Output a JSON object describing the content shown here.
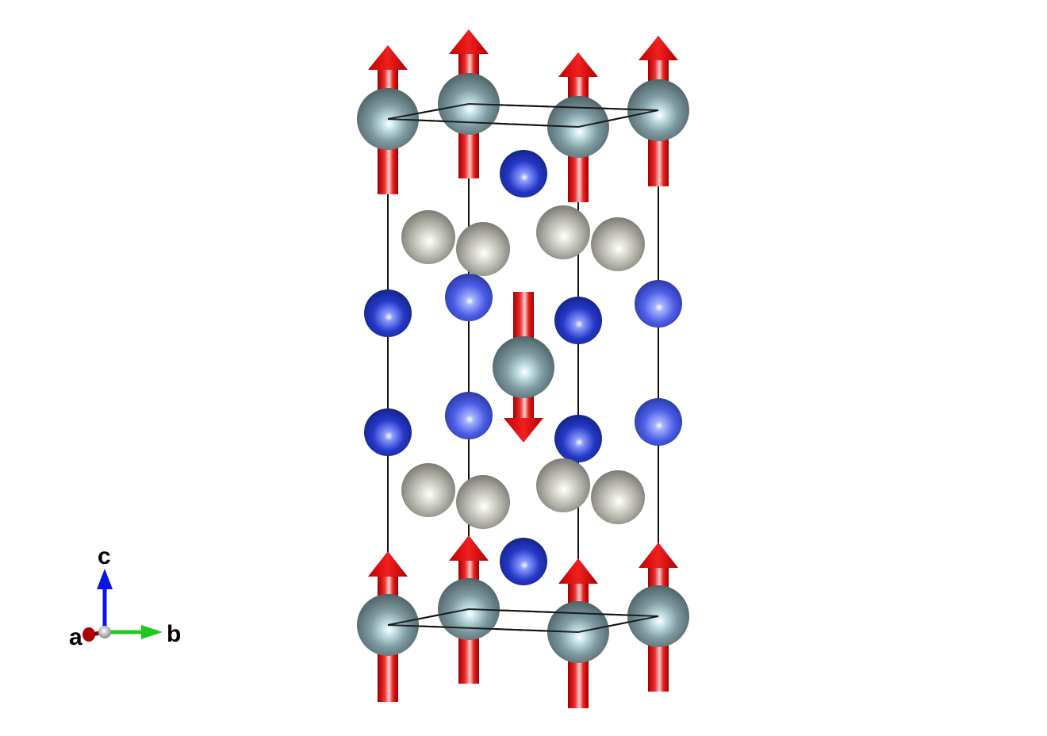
{
  "viewer": {
    "structure": "crystal-structure-view",
    "colors": {
      "metal_atom": "#7e9aa0",
      "blue_atom": "#2b3fd0",
      "light_blue_atom": "#4a5ee6",
      "grey_atom": "#b4b4ac",
      "spin_arrow": "#e01818",
      "cell_edge": "#111111"
    },
    "spin_moments": {
      "up_count": 8,
      "down_count": 1
    }
  },
  "axes": {
    "a_label": "a",
    "b_label": "b",
    "c_label": "c",
    "a_color": "#c00000",
    "b_color": "#1ec81e",
    "c_color": "#0a14e6"
  }
}
